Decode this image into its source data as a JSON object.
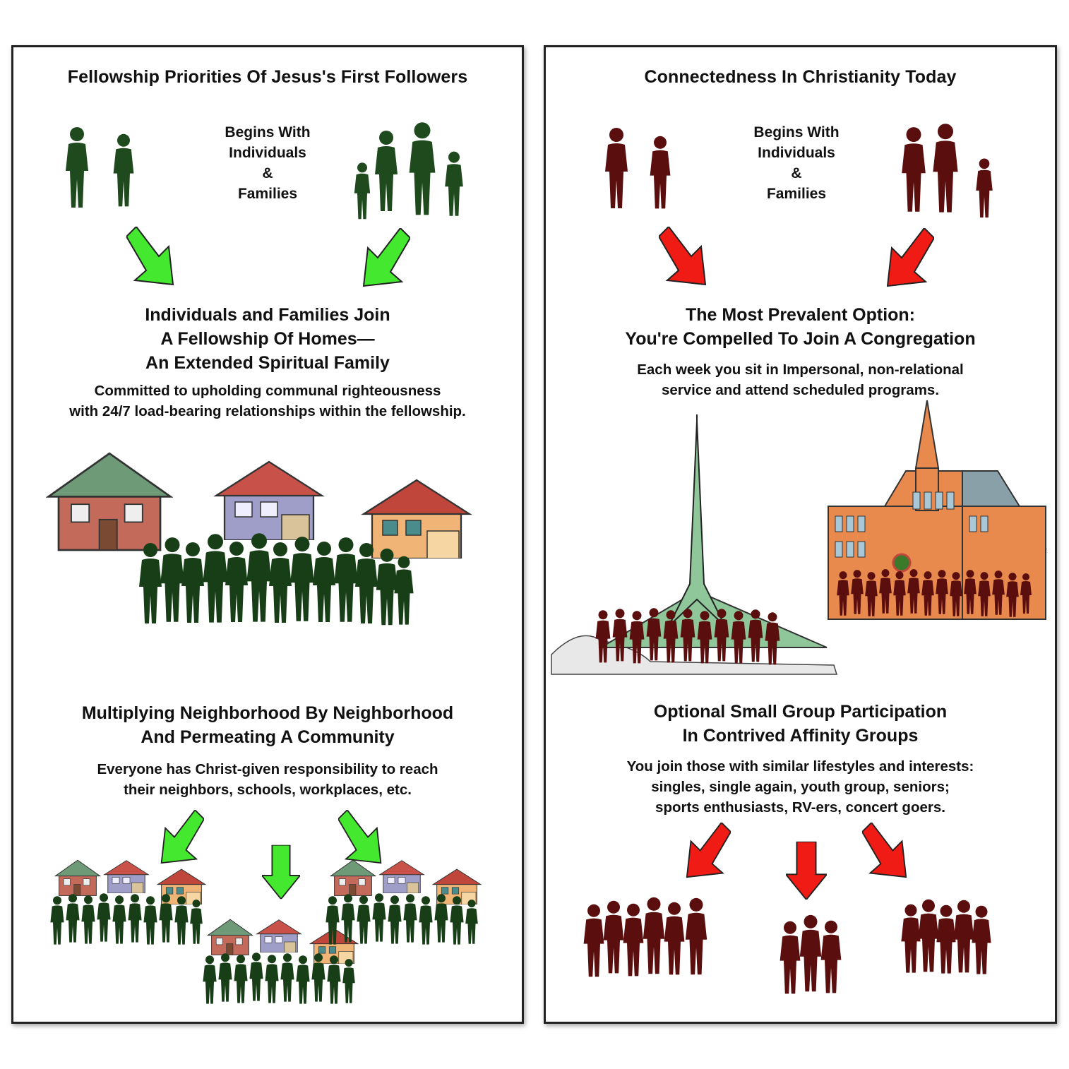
{
  "left_panel": {
    "title": "Fellowship Priorities Of Jesus's First Followers",
    "begins": [
      "Begins With",
      "Individuals",
      "&",
      "Families"
    ],
    "join_heading": [
      "Individuals and Families Join",
      "A Fellowship Of Homes—",
      "An Extended Spiritual Family"
    ],
    "join_body": [
      "Committed to upholding communal righteousness",
      "with 24/7 load-bearing relationships within the fellowship."
    ],
    "multiply_heading": [
      "Multiplying Neighborhood By Neighborhood",
      "And Permeating A Community"
    ],
    "multiply_body": [
      "Everyone has Christ-given responsibility to reach",
      "their neighbors, schools, workplaces, etc."
    ]
  },
  "right_panel": {
    "title": "Connectedness In Christianity Today",
    "begins": [
      "Begins With",
      "Individuals",
      "&",
      "Families"
    ],
    "congregation_heading": [
      "The Most Prevalent Option:",
      "You're Compelled To Join A Congregation"
    ],
    "congregation_body": [
      "Each week you sit in Impersonal, non-relational",
      "service and attend scheduled programs."
    ],
    "groups_heading": [
      "Optional Small Group Participation",
      "In Contrived Affinity Groups"
    ],
    "groups_body": [
      "You join those with similar lifestyles and interests:",
      "singles, single again, youth group, seniors;",
      "sports enthusiasts, RV-ers, concert goers."
    ]
  },
  "colors": {
    "green_silhouette": "#1e4a1e",
    "green_arrow": "#44e82e",
    "red_silhouette": "#5a0e0e",
    "red_arrow": "#f01b14",
    "border": "#222222"
  }
}
